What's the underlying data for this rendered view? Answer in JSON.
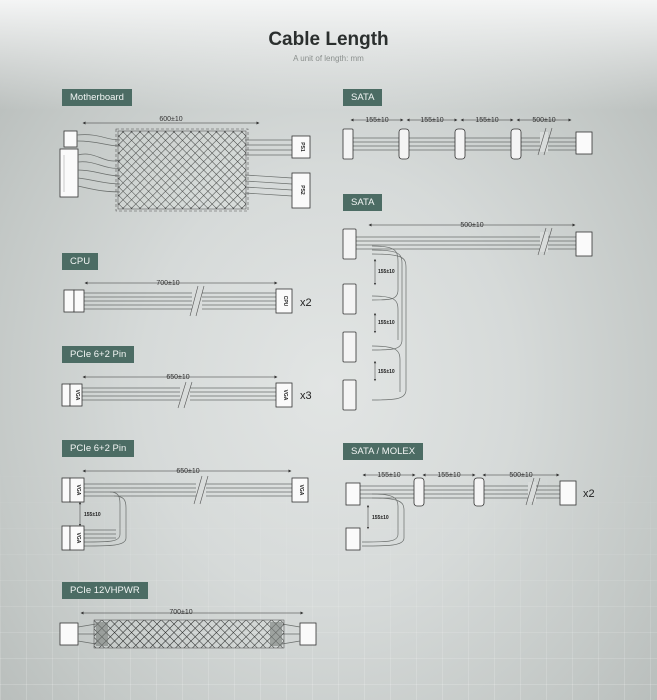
{
  "header": {
    "title": "Cable Length",
    "subtitle": "A unit of length: mm"
  },
  "cables": {
    "motherboard": {
      "label": "Motherboard",
      "length": "600±10",
      "tags": [
        "PS1",
        "PS2"
      ]
    },
    "sata_a": {
      "label": "SATA",
      "lengths": [
        "155±10",
        "155±10",
        "155±10",
        "500±10"
      ]
    },
    "sata_b": {
      "label": "SATA",
      "length": "500±10",
      "segments": [
        "155±10",
        "155±10",
        "155±10"
      ]
    },
    "cpu": {
      "label": "CPU",
      "length": "700±10",
      "tag": "CPU",
      "quantity": "x2"
    },
    "pcie_a": {
      "label": "PCIe 6+2 Pin",
      "length": "650±10",
      "tag": "VGA",
      "quantity": "x3"
    },
    "pcie_b": {
      "label": "PCIe 6+2 Pin",
      "length": "650±10",
      "segment": "155±10",
      "tags": [
        "VGA",
        "VGA",
        "VGA"
      ]
    },
    "sata_molex": {
      "label": "SATA / MOLEX",
      "lengths": [
        "155±10",
        "155±10",
        "500±10"
      ],
      "segment": "155±10",
      "quantity": "x2"
    },
    "pcie_12v": {
      "label": "PCIe 12VHPWR",
      "length": "700±10"
    }
  },
  "colors": {
    "label_bg": "#4c6c64",
    "label_text": "#f2f5f4",
    "wire": "#6a6e6c"
  },
  "icons": [
    "cable-diagram"
  ]
}
